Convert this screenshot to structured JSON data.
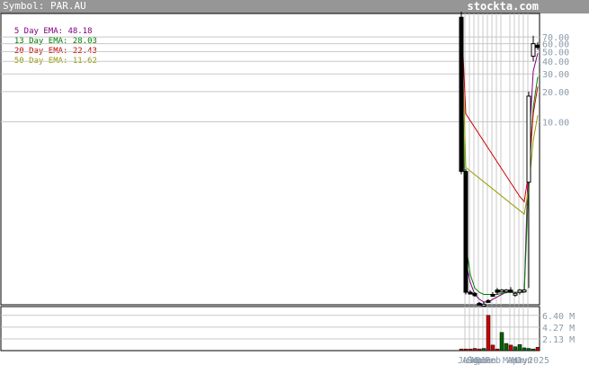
{
  "header": {
    "symbol_text": "Symbol: PAR.AU",
    "brand": "stockta.com"
  },
  "legend": [
    {
      "label": "5 Day EMA: 48.18",
      "color": "#800080"
    },
    {
      "label": "13 Day EMA: 28.03",
      "color": "#008000"
    },
    {
      "label": "20 Day EMA: 22.43",
      "color": "#cc0000"
    },
    {
      "label": "50 Day EMA: 11.62",
      "color": "#999900"
    }
  ],
  "chart_data": {
    "type": "candlestick",
    "price_axis": {
      "ticks": [
        70,
        60,
        50,
        40,
        30,
        20,
        10
      ],
      "tick_labels": [
        "70.00",
        "60.00",
        "50.00",
        "40.00",
        "30.00",
        "20.00",
        "10.00"
      ],
      "scale": "log",
      "ylim": [
        0.15,
        120
      ]
    },
    "volume_axis": {
      "ticks": [
        6.4,
        4.27,
        2.13
      ],
      "tick_labels": [
        "6.40 M",
        "4.27 M",
        "2.13 M"
      ],
      "unit": "M",
      "ylim": [
        0,
        8
      ]
    },
    "x_tick_labels": [
      "Jul",
      "Aug",
      "Sep",
      "Nov",
      "Dec",
      "Jan",
      "Feb",
      "Mar",
      "Apr",
      "May",
      "Jun",
      "2025"
    ],
    "n_bars": 18,
    "candles": [
      {
        "o": 110,
        "h": 125,
        "l": 3.0,
        "c": 3.2
      },
      {
        "o": 3.2,
        "h": 3.4,
        "l": 0.19,
        "c": 0.2
      },
      {
        "o": 0.2,
        "h": 0.21,
        "l": 0.19,
        "c": 0.195
      },
      {
        "o": 0.195,
        "h": 0.2,
        "l": 0.18,
        "c": 0.185
      },
      {
        "o": 0.155,
        "h": 0.16,
        "l": 0.15,
        "c": 0.152
      },
      {
        "o": 0.15,
        "h": 0.16,
        "l": 0.148,
        "c": 0.152
      },
      {
        "o": 0.165,
        "h": 0.17,
        "l": 0.16,
        "c": 0.163
      },
      {
        "o": 0.19,
        "h": 0.2,
        "l": 0.18,
        "c": 0.185
      },
      {
        "o": 0.21,
        "h": 0.22,
        "l": 0.19,
        "c": 0.2
      },
      {
        "o": 0.205,
        "h": 0.215,
        "l": 0.198,
        "c": 0.21
      },
      {
        "o": 0.205,
        "h": 0.215,
        "l": 0.195,
        "c": 0.21
      },
      {
        "o": 0.21,
        "h": 0.225,
        "l": 0.2,
        "c": 0.2
      },
      {
        "o": 0.19,
        "h": 0.2,
        "l": 0.18,
        "c": 0.195
      },
      {
        "o": 0.2,
        "h": 0.215,
        "l": 0.19,
        "c": 0.21
      },
      {
        "o": 0.205,
        "h": 0.215,
        "l": 0.2,
        "c": 0.21
      },
      {
        "o": 2.5,
        "h": 20,
        "l": 0.22,
        "c": 18
      },
      {
        "o": 45,
        "h": 72,
        "l": 40,
        "c": 60
      },
      {
        "o": 58,
        "h": 62,
        "l": 52,
        "c": 55
      }
    ],
    "volumes": [
      0.3,
      0.3,
      0.3,
      0.4,
      0.3,
      0.4,
      6.4,
      1.0,
      0.3,
      3.3,
      1.3,
      1.0,
      0.7,
      1.1,
      0.5,
      0.4,
      0.3,
      0.6
    ],
    "ema_series": [
      {
        "name": "5 Day EMA",
        "color": "#800080",
        "points": [
          [
            0,
            110
          ],
          [
            1,
            0.4
          ],
          [
            2,
            0.25
          ],
          [
            3,
            0.19
          ],
          [
            4,
            0.17
          ],
          [
            5,
            0.16
          ],
          [
            6,
            0.16
          ],
          [
            7,
            0.17
          ],
          [
            8,
            0.18
          ],
          [
            9,
            0.19
          ],
          [
            10,
            0.2
          ],
          [
            11,
            0.2
          ],
          [
            12,
            0.2
          ],
          [
            13,
            0.2
          ],
          [
            14,
            0.2
          ],
          [
            15,
            5.5
          ],
          [
            16,
            32
          ],
          [
            17,
            48.18
          ]
        ]
      },
      {
        "name": "13 Day EMA",
        "color": "#008000",
        "points": [
          [
            0,
            110
          ],
          [
            1,
            0.6
          ],
          [
            2,
            0.3
          ],
          [
            3,
            0.22
          ],
          [
            4,
            0.2
          ],
          [
            5,
            0.19
          ],
          [
            6,
            0.19
          ],
          [
            7,
            0.19
          ],
          [
            8,
            0.19
          ],
          [
            9,
            0.195
          ],
          [
            10,
            0.2
          ],
          [
            11,
            0.2
          ],
          [
            12,
            0.2
          ],
          [
            13,
            0.2
          ],
          [
            14,
            0.2
          ],
          [
            15,
            2.5
          ],
          [
            16,
            14
          ],
          [
            17,
            28.03
          ]
        ]
      },
      {
        "name": "20 Day EMA",
        "color": "#cc0000",
        "points": [
          [
            0,
            110
          ],
          [
            1,
            12
          ],
          [
            13,
            1.8
          ],
          [
            14,
            1.6
          ],
          [
            15,
            3.2
          ],
          [
            16,
            12
          ],
          [
            17,
            22.43
          ]
        ]
      },
      {
        "name": "50 Day EMA",
        "color": "#999900",
        "points": [
          [
            0,
            110
          ],
          [
            1,
            3.5
          ],
          [
            14,
            1.2
          ],
          [
            15,
            2.2
          ],
          [
            16,
            6.5
          ],
          [
            17,
            11.62
          ]
        ]
      }
    ]
  }
}
